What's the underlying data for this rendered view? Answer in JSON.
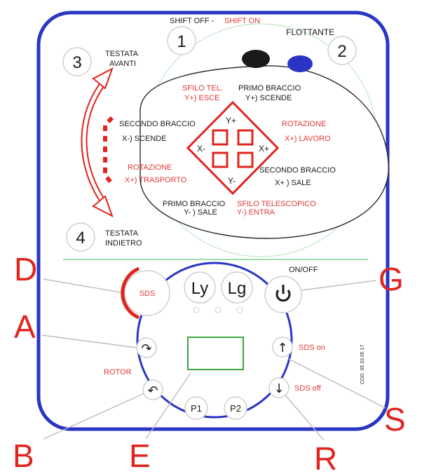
{
  "colors": {
    "frame": "#2a35c4",
    "accent_red": "#e0241f",
    "label_red": "#e03a3a",
    "divider_green": "#7fd48a",
    "display_green": "#3da63d"
  },
  "top": {
    "shift_off": "SHIFT OFF -",
    "shift_on": "SHIFT ON",
    "flottante": "FLOTTANTE",
    "num1": "1",
    "num2": "2",
    "num3": "3",
    "num4": "4",
    "testata_avanti_1": "TESTATA",
    "testata_avanti_2": "AVANTI",
    "testata_indietro_1": "TESTATA",
    "testata_indietro_2": "INDIETRO"
  },
  "joystick": {
    "sfilo_tel_1": "SFILO TEL.",
    "sfilo_tel_2": "Y+) ESCE",
    "primo_braccio_up_1": "PRIMO BRACCIO",
    "primo_braccio_up_2": "Y+) SCENDE",
    "secondo_braccio_left_1": "SECONDO BRACCIO",
    "secondo_braccio_left_2": "X-) SCENDE",
    "rotazione_right_1": "ROTAZIONE",
    "rotazione_right_2": "X+) LAVORO",
    "rotazione_left_1": "ROTAZIONE",
    "rotazione_left_2": "X+) TRASPORTO",
    "secondo_braccio_right_1": "SECONDO BRACCIO",
    "secondo_braccio_right_2": "X+ ) SALE",
    "primo_braccio_down_1": "PRIMO BRACCIO",
    "primo_braccio_down_2": "Y- ) SALE",
    "sfilo_telescopico_1": "SFILO TELESCOPICO",
    "sfilo_telescopico_2": "Y-) ENTRA",
    "y_plus": "Y+",
    "y_minus": "Y-",
    "x_minus": "X-",
    "x_plus": "X+"
  },
  "panel": {
    "sds": "SDS",
    "ly": "Ly",
    "lg": "Lg",
    "on_off": "ON/OFF",
    "rotor": "ROTOR",
    "sds_on": "SDS on",
    "sds_off": "SDS off",
    "p1": "P1",
    "p2": "P2",
    "part_code": "COD. 05 33 05 17"
  },
  "callouts": {
    "a": "A",
    "b": "B",
    "d": "D",
    "e": "E",
    "g": "G",
    "r": "R",
    "s": "S"
  },
  "icons": [
    "power-icon",
    "rotate-right-icon",
    "rotate-left-icon",
    "arrow-up-icon",
    "arrow-down-icon",
    "double-arrow-icon"
  ]
}
